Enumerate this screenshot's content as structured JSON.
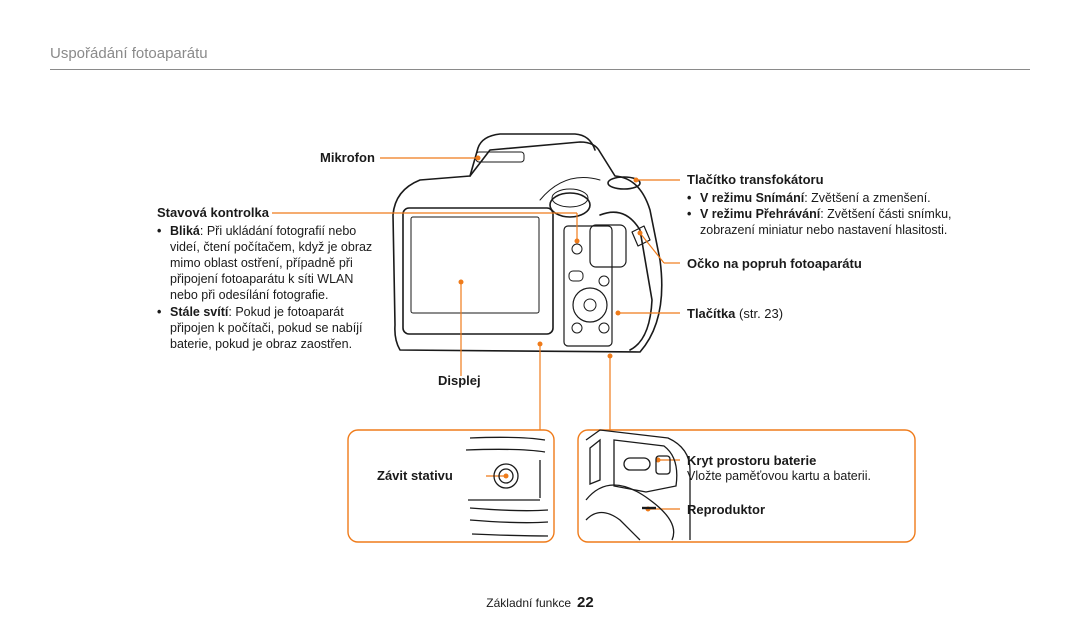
{
  "header": {
    "section_title": "Uspořádání fotoaparátu"
  },
  "labels": {
    "mikrofon": "Mikrofon",
    "status_lamp": {
      "title": "Stavová kontrolka",
      "items": [
        {
          "term": "Bliká",
          "text": ": Při ukládání fotografií nebo videí, čtení počítačem, když je obraz mimo oblast ostření, případně při připojení fotoaparátu k síti WLAN nebo při odesílání fotografie."
        },
        {
          "term": "Stále svítí",
          "text": ": Pokud je fotoaparát připojen k počítači, pokud se nabíjí baterie, pokud je obraz zaostřen."
        }
      ]
    },
    "zoom": {
      "title": "Tlačítko transfokátoru",
      "items": [
        {
          "term": "V režimu Snímání",
          "text": ": Zvětšení a zmenšení."
        },
        {
          "term": "V režimu Přehrávání",
          "text": ": Zvětšení části snímku, zobrazení miniatur nebo nastavení hlasitosti."
        }
      ]
    },
    "strap": "Očko na popruh fotoaparátu",
    "buttons": {
      "title": "Tlačítka",
      "ref": " (str. 23)"
    },
    "display": "Displej",
    "tripod": "Závit stativu",
    "battery": {
      "title": "Kryt prostoru baterie",
      "text": "Vložte paměťovou kartu a baterii."
    },
    "speaker": "Reproduktor"
  },
  "footer": {
    "chapter": "Základní funkce",
    "page": "22"
  },
  "colors": {
    "accent": "#ef7b1a",
    "rule": "#8a8a8a",
    "drawing": "#1a1a1a"
  }
}
